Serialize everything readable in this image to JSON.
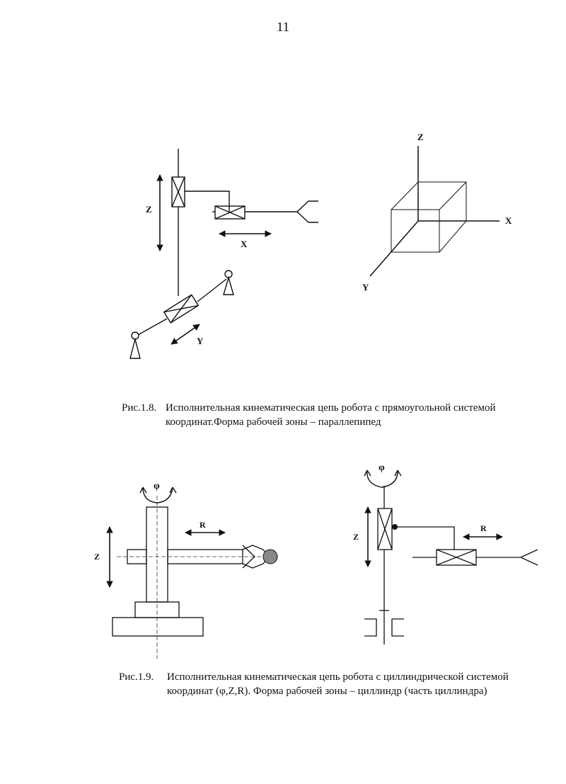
{
  "page_number": "11",
  "fig18": {
    "labels": {
      "z": "Z",
      "x": "X",
      "y": "Y"
    },
    "axes": {
      "z": "Z",
      "x": "X",
      "y": "Y"
    },
    "caption_label": "Рис.1.8.",
    "caption_text": "Исполнительная кинематическая цепь робота с прямоугольной системой координат.Форма рабочей зоны – параллепипед"
  },
  "fig19": {
    "left": {
      "phi": "φ",
      "r": "R",
      "z": "Z"
    },
    "right": {
      "phi": "φ",
      "r": "R",
      "z": "Z"
    },
    "caption_label": "Рис.1.9.",
    "caption_text": "Исполнительная кинематическая цепь робота с циллиндрической системой координат (φ,Z,R). Форма рабочей зоны – циллиндр (часть циллиндра)"
  }
}
